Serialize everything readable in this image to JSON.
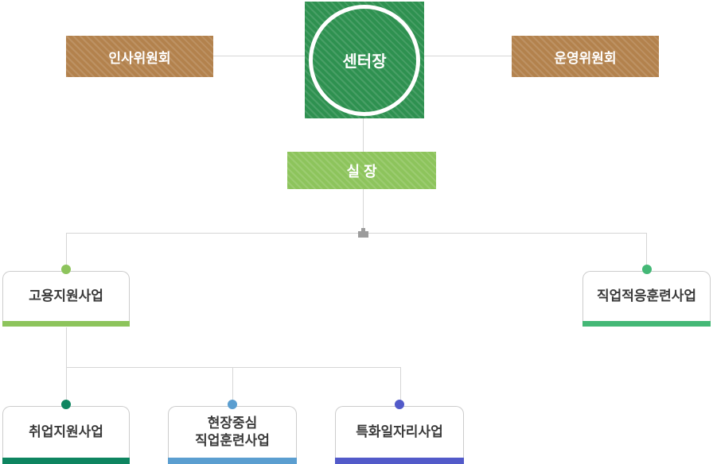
{
  "diagram": {
    "type": "org-chart",
    "colors": {
      "line": "#d6d6d6",
      "junction": "#9c9c9c",
      "box_border": "#cccccc",
      "text_dark": "#3a3a3a",
      "dark_green": "#2e9150",
      "brown": "#b3824d",
      "light_green": "#8dc45c",
      "emerald": "#44b876",
      "teal": "#0e8560",
      "blue": "#5b9ed0",
      "purple": "#525ac9"
    },
    "root": {
      "label": "센터장"
    },
    "committees": [
      {
        "label": "인사위원회"
      },
      {
        "label": "운영위원회"
      }
    ],
    "manager": {
      "label": "실 장"
    },
    "level2": [
      {
        "label": "고용지원사업",
        "accent": "#8dc45c"
      },
      {
        "label": "직업적응훈련사업",
        "accent": "#44b876"
      }
    ],
    "level3": [
      {
        "lines": [
          "취업지원사업"
        ],
        "accent": "#0e8560"
      },
      {
        "lines": [
          "현장중심",
          "직업훈련사업"
        ],
        "accent": "#5b9ed0"
      },
      {
        "lines": [
          "특화일자리사업"
        ],
        "accent": "#525ac9"
      }
    ]
  }
}
